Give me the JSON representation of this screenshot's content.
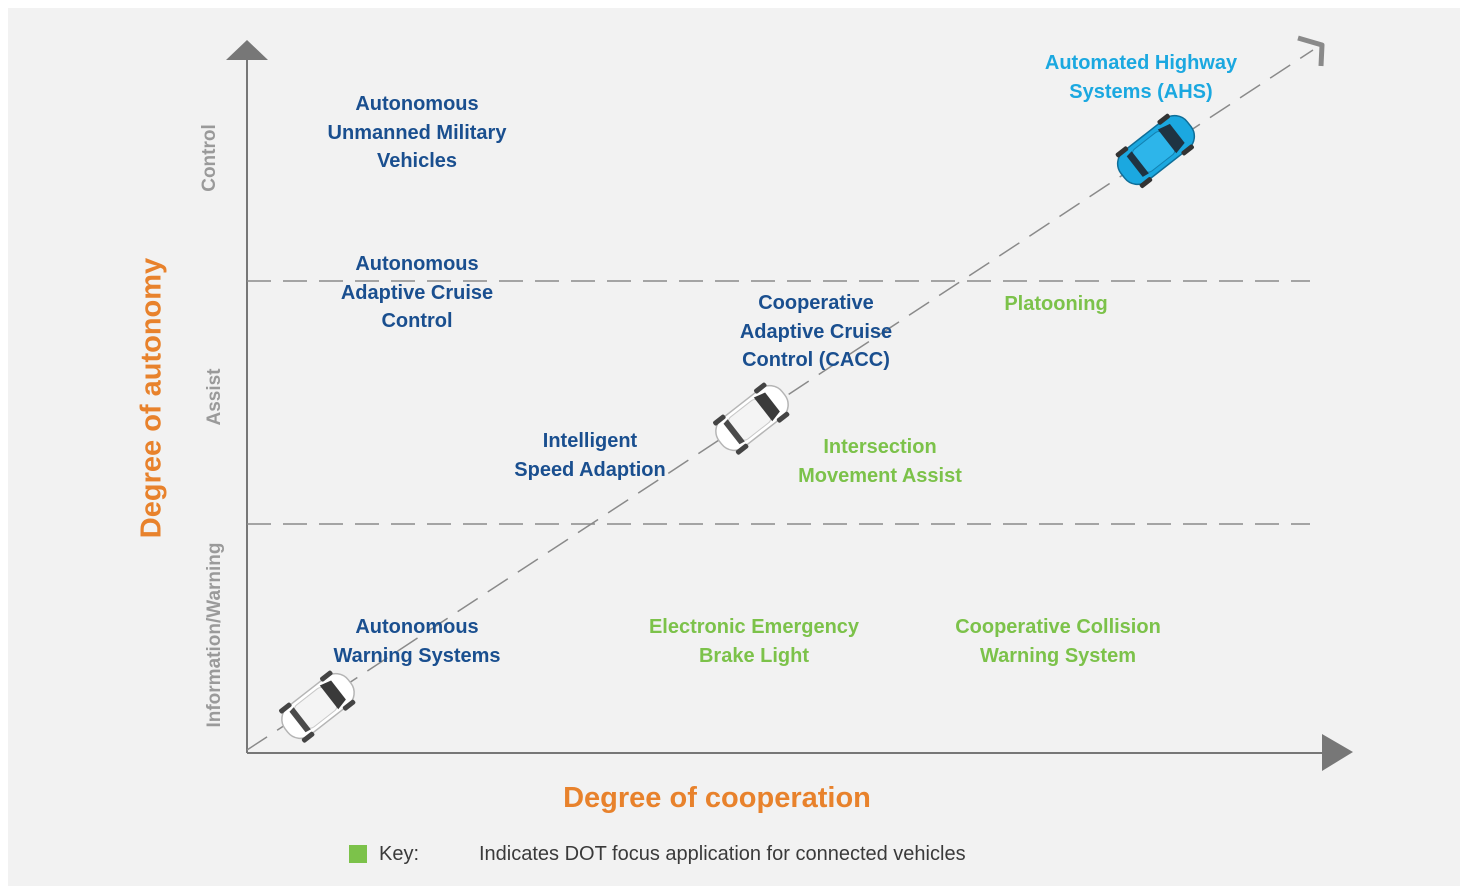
{
  "axes": {
    "x_title": "Degree of cooperation",
    "y_title": "Degree of autonomy"
  },
  "bands": {
    "control": "Control",
    "assist": "Assist",
    "info_warning": "Information/Warning"
  },
  "applications": {
    "auto_unmanned": "Autonomous\nUnmanned Military\nVehicles",
    "auto_acc": "Autonomous\nAdaptive Cruise\nControl",
    "cacc": "Cooperative\nAdaptive Cruise\nControl (CACC)",
    "isa": "Intelligent\nSpeed Adaption",
    "auto_warning": "Autonomous\nWarning Systems",
    "ahs": "Automated Highway\nSystems (AHS)",
    "platooning": "Platooning",
    "ima": "Intersection\nMovement Assist",
    "eebl": "Electronic Emergency\nBrake Light",
    "ccws": "Cooperative Collision\nWarning System"
  },
  "key": {
    "label": "Key:",
    "text": "Indicates DOT focus application for connected vehicles"
  },
  "colors": {
    "autonomous_blue": "#1a4f8f",
    "dot_focus_green": "#7cc24a",
    "ahs_cyan": "#1ba8e0",
    "axis_title_orange": "#e8822c",
    "axis_gray": "#777777"
  },
  "icons": [
    "car-icon-white",
    "car-icon-white",
    "car-icon-blue"
  ]
}
